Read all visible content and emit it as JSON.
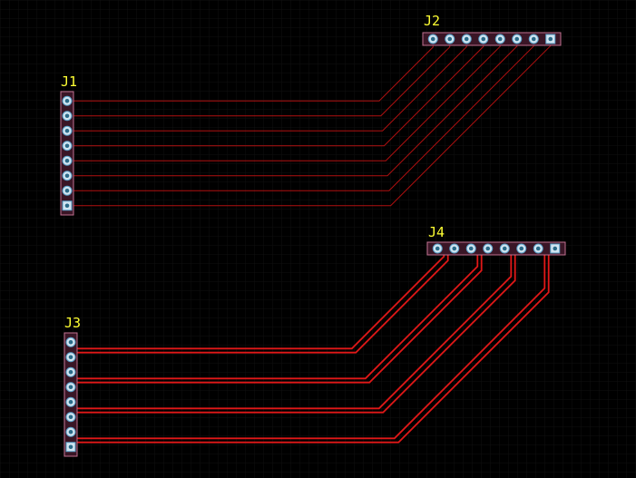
{
  "canvas": {
    "background": "#000000",
    "grid": true
  },
  "colors": {
    "designator": "#ffff33",
    "trace": "#b01010",
    "diff_trace": "#e01818",
    "header_body": "#3a1626",
    "header_outline": "#c07090",
    "pad": "#d0e4f0",
    "pad_hole": "#2a6a88"
  },
  "components": {
    "j1": {
      "designator": "J1",
      "pins": 8,
      "orientation": "vertical"
    },
    "j2": {
      "designator": "J2",
      "pins": 8,
      "orientation": "horizontal"
    },
    "j3": {
      "designator": "J3",
      "pins": 8,
      "orientation": "vertical"
    },
    "j4": {
      "designator": "J4",
      "pins": 8,
      "orientation": "horizontal"
    }
  },
  "nets": {
    "j1_to_j2": {
      "count": 8,
      "style": "single"
    },
    "j3_to_j4": {
      "count": 4,
      "style": "differential-pair"
    }
  }
}
